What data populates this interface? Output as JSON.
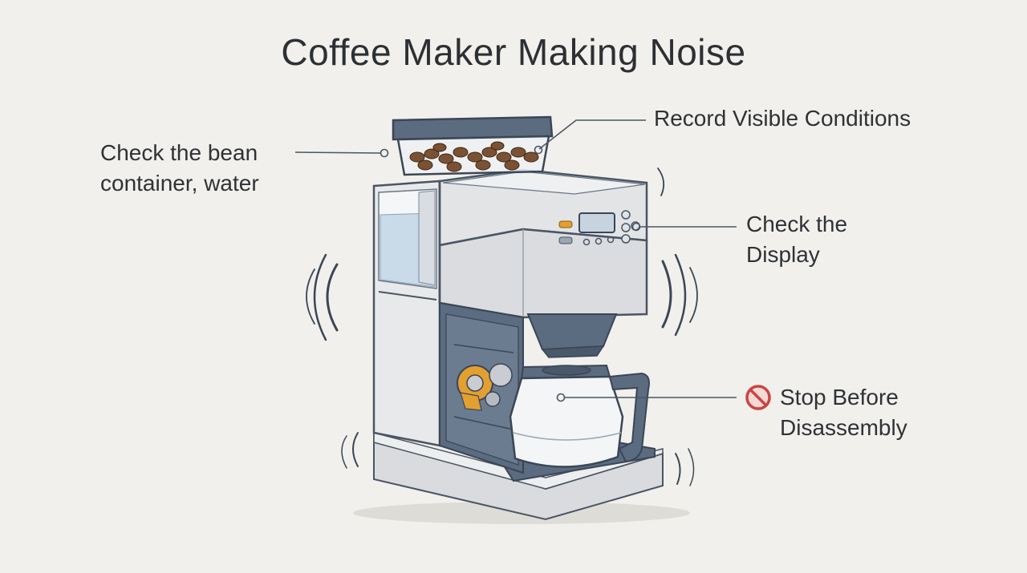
{
  "title": "Coffee Maker Making Noise",
  "callouts": {
    "bean_container": {
      "line1": "Check the bean",
      "line2": "container, water"
    },
    "record_conditions": {
      "line1": "Record Visible Conditions"
    },
    "display": {
      "line1": "Check the",
      "line2": "Display"
    },
    "stop": {
      "line1": "Stop Before",
      "line2": "Disassembly",
      "icon": "no-entry-icon"
    }
  },
  "colors": {
    "background": "#f1f0ec",
    "body_light": "#e4e5e7",
    "steel_blue": "#5b6b80",
    "water": "#c9dbe9",
    "accent_orange": "#e3a030",
    "stop_red": "#c9463f"
  }
}
